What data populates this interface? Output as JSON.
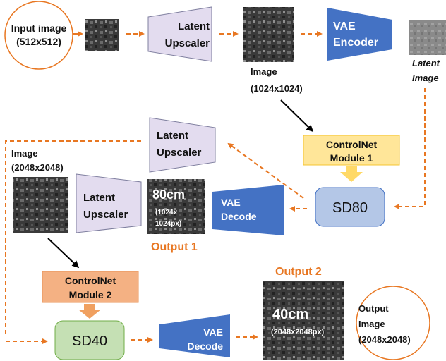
{
  "input_node": {
    "line1": "Input image",
    "line2": "(512x512)"
  },
  "latent_upscaler_label_line1": "Latent",
  "latent_upscaler_label_line2": "Upscaler",
  "image_1024": {
    "line1": "Image",
    "line2": "(1024x1024)"
  },
  "vae_encoder": {
    "line1": "VAE",
    "line2": "Encoder"
  },
  "latent_image": {
    "line1": "Latent",
    "line2": "Image"
  },
  "controlnet_1": {
    "line1": "ControlNet",
    "line2": "Module 1"
  },
  "sd80": {
    "label": "SD80"
  },
  "vae_decode": {
    "line1": "VAE",
    "line2": "Decode"
  },
  "output_1": {
    "title": "Output 1",
    "res": "80cm",
    "dims_line1": "(1024x",
    "dims_line2": "1024px)"
  },
  "image_2048": {
    "line1": "Image",
    "line2": "(2048x2048)"
  },
  "controlnet_2": {
    "line1": "ControlNet",
    "line2": "Module 2"
  },
  "sd40": {
    "label": "SD40"
  },
  "output_2": {
    "title": "Output 2",
    "res": "40cm",
    "dims": "(2048x2048px)"
  },
  "output_node": {
    "line1": "Output",
    "line2": "Image",
    "line3": "(2048x2048)"
  },
  "colors": {
    "orange": "#e87722",
    "vae_blue": "#4472c4",
    "upscaler_fill": "#e3dcef",
    "upscaler_stroke": "#7f7f9f",
    "controlnet1_fill": "#ffe699",
    "controlnet2_fill": "#f4b183",
    "sd80_fill": "#b4c7e7",
    "sd40_fill": "#c5e0b4"
  }
}
